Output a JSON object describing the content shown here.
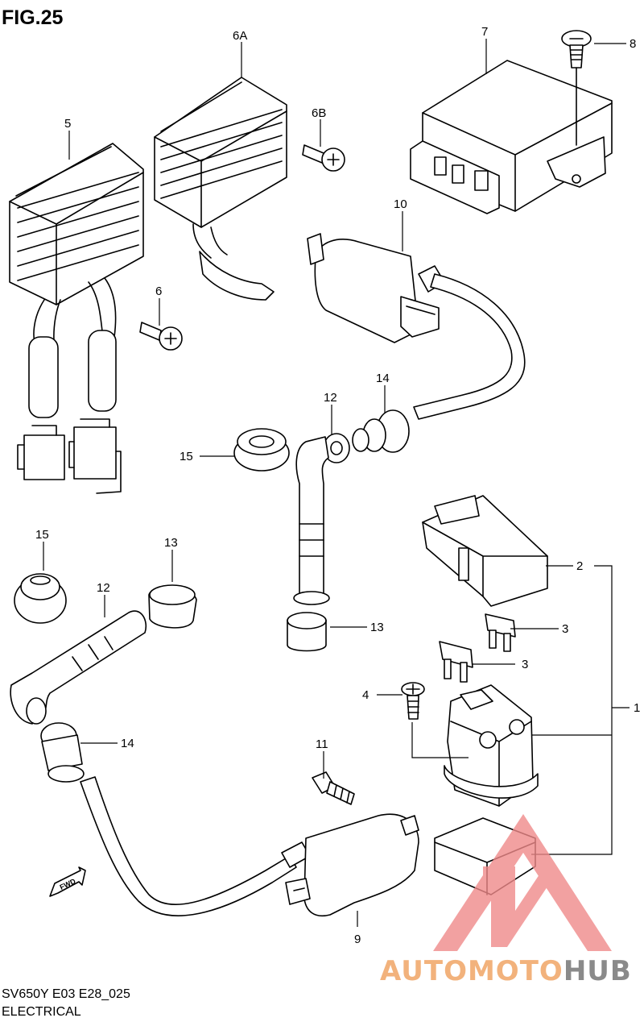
{
  "figure": {
    "title": "FIG.25",
    "footer_line1": "SV650Y E03 E28_025",
    "footer_line2": "ELECTRICAL"
  },
  "callouts": {
    "c1": "1",
    "c2": "2",
    "c3a": "3",
    "c3b": "3",
    "c4": "4",
    "c5": "5",
    "c6": "6",
    "c6a": "6A",
    "c6b": "6B",
    "c7": "7",
    "c8": "8",
    "c9": "9",
    "c10": "10",
    "c11": "11",
    "c12a": "12",
    "c12b": "12",
    "c13a": "13",
    "c13b": "13",
    "c14a": "14",
    "c14b": "14",
    "c15a": "15",
    "c15b": "15"
  },
  "direction_arrow": {
    "label": "FWD"
  },
  "watermark": {
    "text_left": "AUTOMOTO",
    "text_right": "HUB",
    "color_left": "#f2b27c",
    "color_right": "#8a8a8a",
    "logo_color": "#f08a8a"
  }
}
